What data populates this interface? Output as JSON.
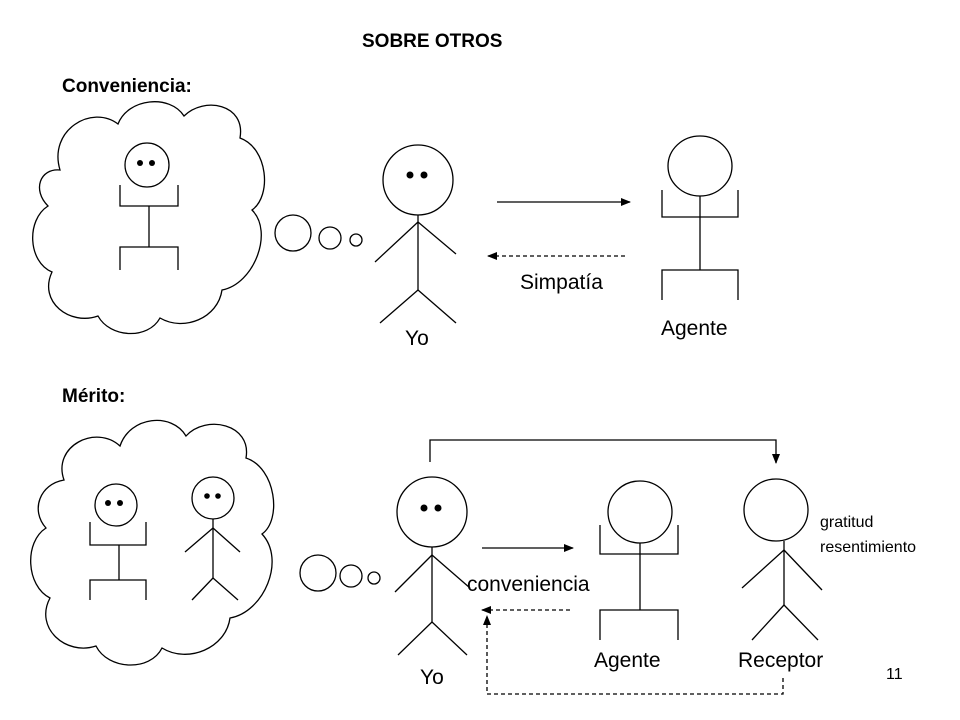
{
  "title": "SOBRE OTROS",
  "section1": {
    "heading": "Conveniencia:",
    "self_label": "Yo",
    "agent_label": "Agente",
    "arrow_label": "Simpatía"
  },
  "section2": {
    "heading": "Mérito:",
    "self_label": "Yo",
    "agent_label": "Agente",
    "receptor_label": "Receptor",
    "arrow_label": "conveniencia",
    "reactions": [
      "gratitud",
      "resentimiento"
    ]
  },
  "page_number": "11"
}
